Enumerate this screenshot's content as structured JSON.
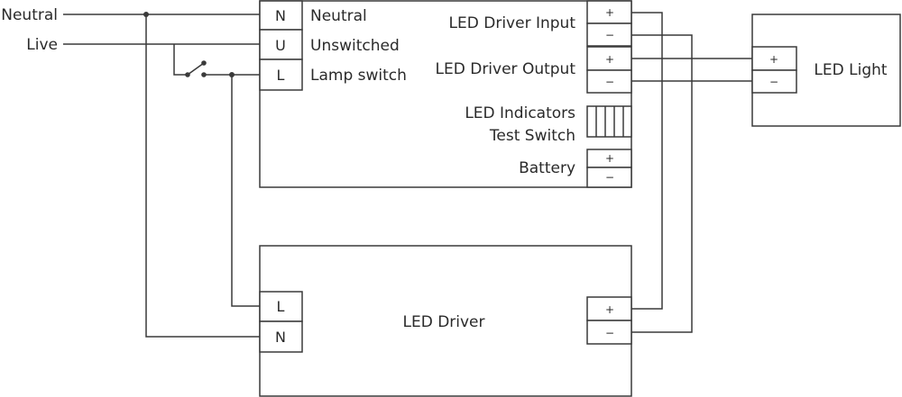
{
  "inputs": {
    "neutral_label": "Neutral",
    "live_label": "Live"
  },
  "emergency_unit": {
    "terminals": [
      {
        "letter": "N",
        "label": "Neutral"
      },
      {
        "letter": "U",
        "label": "Unswitched"
      },
      {
        "letter": "L",
        "label": "Lamp switch"
      }
    ],
    "driver_input_label": "LED Driver Input",
    "driver_output_label": "LED Driver Output",
    "indicators_label": "LED Indicators",
    "test_switch_label": "Test Switch",
    "battery_label": "Battery"
  },
  "led_light": {
    "label": "LED Light"
  },
  "led_driver": {
    "label": "LED Driver",
    "terminals": [
      "L",
      "N"
    ]
  },
  "polarity": {
    "plus": "+",
    "minus": "−"
  }
}
